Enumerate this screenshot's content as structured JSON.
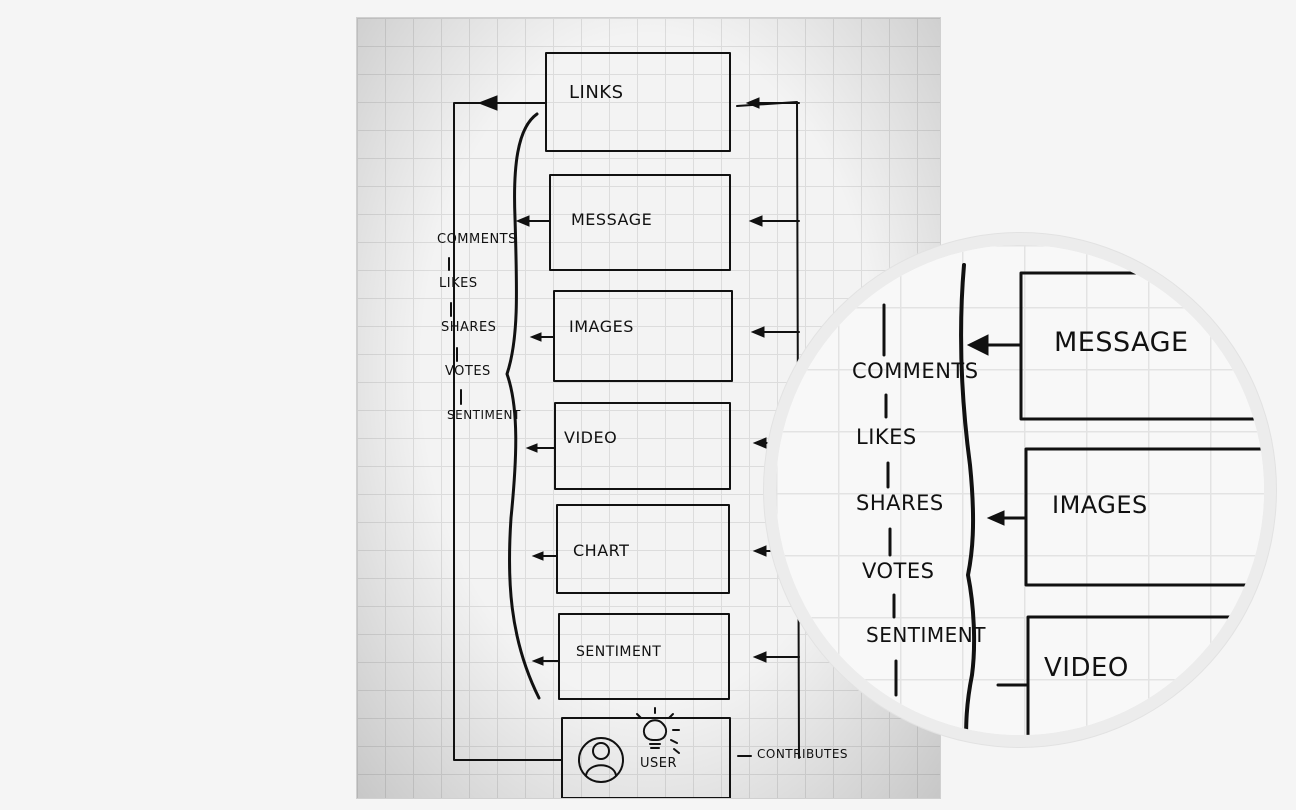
{
  "diagram": {
    "boxes": [
      {
        "id": "links",
        "label": "LINKS"
      },
      {
        "id": "message",
        "label": "MESSAGE"
      },
      {
        "id": "images",
        "label": "IMAGES"
      },
      {
        "id": "video",
        "label": "VIDEO"
      },
      {
        "id": "chart",
        "label": "CHART"
      },
      {
        "id": "sentiment",
        "label": "SENTIMENT"
      },
      {
        "id": "user",
        "label": "USER"
      }
    ],
    "interactions": [
      "COMMENTS",
      "LIKES",
      "SHARES",
      "VOTES",
      "SENTIMENT"
    ],
    "contributes_label": "CONTRIBUTES"
  },
  "zoom": {
    "interactions": [
      "COMMENTS",
      "LIKES",
      "SHARES",
      "VOTES",
      "SENTIMENT"
    ],
    "boxes": [
      "MESSAGE",
      "IMAGES",
      "VIDEO"
    ]
  },
  "icons": [
    "user-avatar-icon",
    "lightbulb-icon"
  ],
  "colors": {
    "ink": "#111111",
    "background": "#f5f5f5",
    "grid": "#dcdcdc"
  }
}
